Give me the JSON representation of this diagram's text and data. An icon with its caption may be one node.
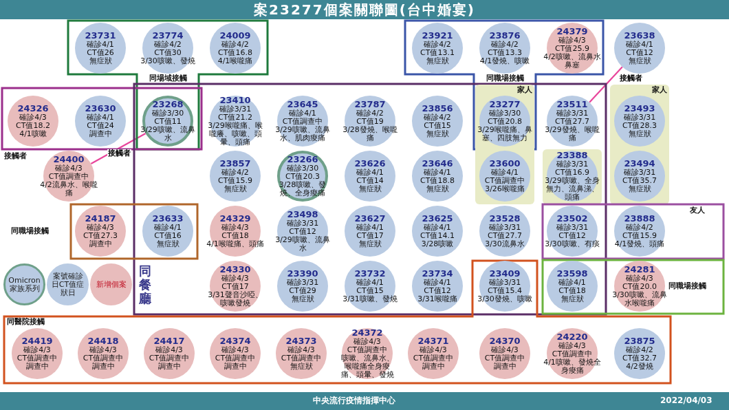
{
  "diagram": {
    "title": "案23277個案關聯圖(台中婚宴)",
    "nodes": [
      {
        "text": [
          "同場域接觸"
        ]
      },
      {
        "text": [
          "23731",
          "確診4/1",
          "CT值26",
          "無症狀"
        ],
        "in": 0
      },
      {
        "text": [
          "23774",
          "確診4/2",
          "CT值30",
          "3/30咳嗽、發燒"
        ],
        "in": 0
      },
      {
        "text": [
          "24009",
          "確診4/2",
          "CT值16.8",
          "4/1喉嚨痛"
        ],
        "in": 0
      },
      {
        "text": [
          "同職場接觸"
        ]
      },
      {
        "text": [
          "23921",
          "確診4/2",
          "CT值13.1",
          "無症狀"
        ],
        "in": 4
      },
      {
        "text": [
          "23876",
          "確診4/2",
          "CT值13.3",
          "4/1發燒、咳嗽"
        ],
        "in": 4
      },
      {
        "text": [
          "24379",
          "確診4/3",
          "CT值25.9",
          "4/2咳嗽、流鼻水鼻塞"
        ],
        "in": 4
      },
      {
        "text": [
          "23638",
          "確診4/1",
          "CT值12",
          "無症狀"
        ]
      },
      {
        "text": [
          "接觸者"
        ]
      },
      {
        "text": [
          "24326",
          "確診4/3",
          "CT值18.2",
          "4/1咳嗽"
        ],
        "in": 9
      },
      {
        "text": [
          "23630",
          "確診4/1",
          "CT值24",
          "調查中"
        ],
        "in": 9
      },
      {
        "text": [
          "23268",
          "確診3/30",
          "CT值11",
          "3/29咳嗽、流鼻水"
        ]
      },
      {
        "text": [
          "同餐廳"
        ]
      },
      {
        "text": [
          "23410",
          "確診3/31",
          "CT值21.2",
          "3/29喉嚨痛、喉嚨癢、咳嗽、頭暈、頭痛"
        ],
        "in": 13
      },
      {
        "text": [
          "23645",
          "確診4/1",
          "CT值調查中",
          "3/29咳嗽、流鼻水、肌肉痠痛"
        ],
        "in": 13
      },
      {
        "text": [
          "23787",
          "確診4/2",
          "CT值19",
          "3/28發燒、喉嚨痛"
        ],
        "in": 13
      },
      {
        "text": [
          "23856",
          "確診4/2",
          "CT值15",
          "無症狀"
        ],
        "in": 13
      },
      {
        "text": [
          "家人"
        ],
        "in": 13
      },
      {
        "text": [
          "23277",
          "確診3/30",
          "CT值20.8",
          "3/29喉嚨痛、鼻塞、四肢無力"
        ]
      },
      {
        "text": [
          "23511",
          "確診3/31",
          "CT值27.7",
          "3/29發燒、喉嚨痛"
        ],
        "in": 13
      },
      {
        "text": [
          "家人"
        ]
      },
      {
        "text": [
          "23493",
          "確診3/31",
          "CT值28.3",
          "無症狀"
        ],
        "in": 21
      },
      {
        "text": [
          "24400",
          "確診4/3",
          "CT值調查中",
          "4/2流鼻水、喉嚨痛"
        ]
      },
      {
        "text": [
          "23857",
          "確診4/2",
          "CT值15.9",
          "無症狀"
        ],
        "in": 13
      },
      {
        "text": [
          "23266",
          "確診3/30",
          "CT值20.3",
          "3/28咳嗽、發燒、全身痠痛"
        ],
        "in": 13
      },
      {
        "text": [
          "23626",
          "確診4/1",
          "CT值14",
          "無症狀"
        ],
        "in": 13
      },
      {
        "text": [
          "23646",
          "確診4/1",
          "CT值18.8",
          "無症狀"
        ],
        "in": 13
      },
      {
        "text": [
          "23600",
          "確診4/1",
          "CT值調查中",
          "3/26喉嚨痛"
        ],
        "in": 18
      },
      {
        "text": [],
        "shape": "box",
        "in": 13
      },
      {
        "text": [
          "23388",
          "確診3/31",
          "CT值16.9",
          "3/29咳嗽、全身無力、流鼻涕、頭痛"
        ],
        "in": 29
      },
      {
        "text": [
          "23494",
          "確診3/31",
          "CT值35.7",
          "無症狀"
        ],
        "in": 21
      },
      {
        "text": [
          "同職場接觸"
        ]
      },
      {
        "text": [
          "24187",
          "確診4/3",
          "CT值27.3",
          "調查中"
        ],
        "in": 32
      },
      {
        "text": [
          "23633",
          "確診4/1",
          "CT值16",
          "無症狀"
        ]
      },
      {
        "text": [
          "24329",
          "確診4/3",
          "CT值18",
          "4/1喉嚨痛、頭痛"
        ],
        "in": 13
      },
      {
        "text": [
          "23498",
          "確診3/31",
          "CT值12",
          "3/29咳嗽、流鼻水"
        ],
        "in": 13
      },
      {
        "text": [
          "23627",
          "確診4/1",
          "CT值17",
          "無症狀"
        ],
        "in": 13
      },
      {
        "text": [
          "23625",
          "確診4/1",
          "CT值14.1",
          "3/28咳嗽"
        ],
        "in": 13
      },
      {
        "text": [
          "23528",
          "確診3/31",
          "CT值27.7",
          "3/30流鼻水"
        ],
        "in": 13
      },
      {
        "text": [
          "友人"
        ]
      },
      {
        "text": [
          "23502",
          "確診3/31",
          "CT值12",
          "3/30咳嗽、有痰"
        ]
      },
      {
        "text": [
          "23888",
          "確診4/2",
          "CT值15.9",
          "4/1發燒、頭痛"
        ],
        "in": 40
      },
      {
        "text": [
          "24330",
          "確診4/3",
          "CT值17",
          "3/31聲音沙啞、咳嗽發燒"
        ],
        "in": 13
      },
      {
        "text": [
          "23390",
          "確診3/31",
          "CT值29",
          "無症狀"
        ],
        "in": 13
      },
      {
        "text": [
          "23732",
          "確診4/1",
          "CT值15",
          "3/31咳嗽、發燒"
        ],
        "in": 13
      },
      {
        "text": [
          "23734",
          "確診4/1",
          "CT值12",
          "3/31喉嚨痛"
        ],
        "in": 13
      },
      {
        "text": [
          "同醫院接觸"
        ]
      },
      {
        "text": [
          "23409",
          "確診3/31",
          "CT值15.4",
          "3/30發燒、咳嗽"
        ]
      },
      {
        "text": [
          "同職場接觸"
        ]
      },
      {
        "text": [
          "23598",
          "確診4/1",
          "CT值18",
          "無症狀"
        ]
      },
      {
        "text": [
          "24281",
          "確診4/3",
          "CT值20.0",
          "3/30咳嗽、流鼻水喉嚨痛"
        ],
        "in": 49
      },
      {
        "text": [
          "24419",
          "確診4/3",
          "CT值調查中",
          "調查中"
        ],
        "in": 47
      },
      {
        "text": [
          "24418",
          "確診4/3",
          "CT值調查中",
          "調查中"
        ],
        "in": 47
      },
      {
        "text": [
          "24417",
          "確診4/3",
          "CT值調查中",
          "調查中"
        ],
        "in": 47
      },
      {
        "text": [
          "24374",
          "確診4/3",
          "CT值調查中",
          "調查中"
        ],
        "in": 47
      },
      {
        "text": [
          "24373",
          "確診4/3",
          "CT值調查中",
          "無症狀"
        ],
        "in": 47
      },
      {
        "text": [
          "24372",
          "確診4/3",
          "CT值調查中",
          "咳嗽、流鼻水、喉嚨痛全身痠痛、頭暈、發燒"
        ],
        "in": 47
      },
      {
        "text": [
          "24371",
          "確診4/3",
          "CT值調查中",
          "調查中"
        ],
        "in": 47
      },
      {
        "text": [
          "24370",
          "確診4/3",
          "CT值調查中",
          "調查中"
        ],
        "in": 47
      },
      {
        "text": [
          "24220",
          "確診4/3",
          "CT值調查中",
          "4/1咳嗽、發燒全身痠痛"
        ],
        "in": 47
      },
      {
        "text": [
          "23875",
          "確診4/2",
          "CT值32.7",
          "4/2發燒"
        ],
        "in": 47
      }
    ],
    "edges": [
      {
        "from": 12,
        "to": 23,
        "arrow": "none",
        "label": "接觸者"
      },
      {
        "from": 8,
        "to": 20,
        "arrow": "none",
        "label": "接觸者"
      }
    ],
    "labels": [
      "中央流行疫情指揮中心",
      "2022/04/03"
    ],
    "legend": [
      {
        "text": "Omicron 家族系列"
      },
      {
        "text": "案號確診日CT值症狀日",
        "color": "#b9cbe3"
      },
      {
        "text": "新增個案",
        "color": "#e8bcbc"
      }
    ]
  }
}
